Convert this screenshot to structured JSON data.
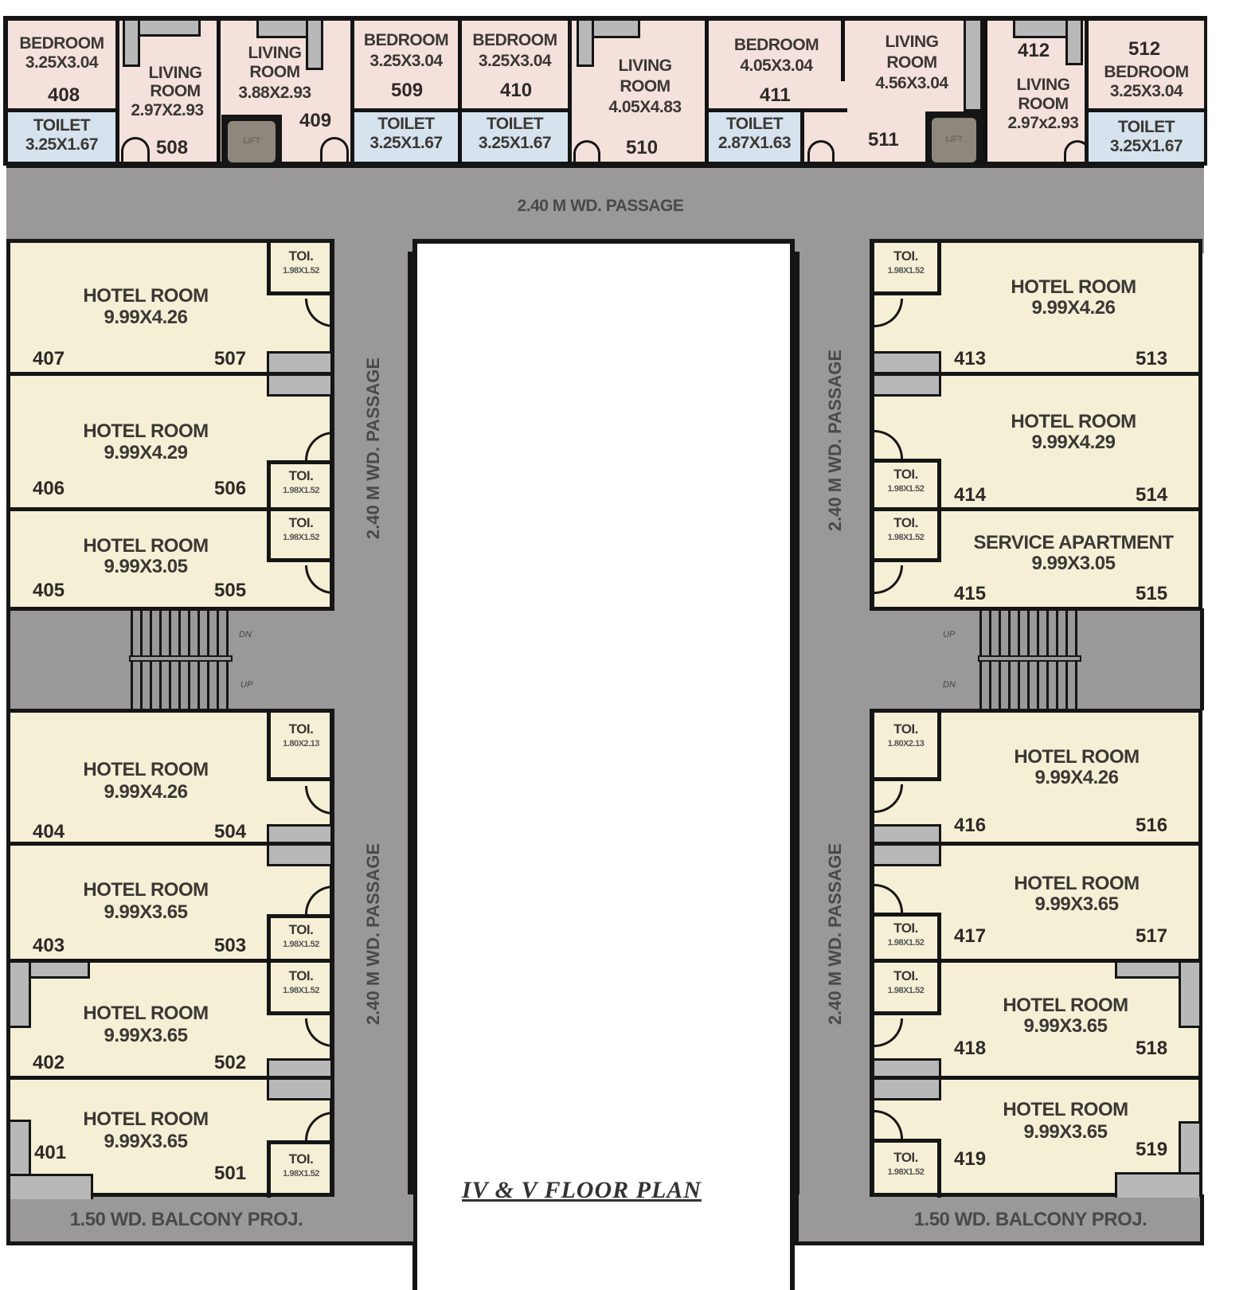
{
  "title": "IV & V FLOOR PLAN",
  "passages": {
    "top": "2.40 M WD. PASSAGE",
    "left": "2.40 M WD. PASSAGE",
    "right": "2.40 M WD. PASSAGE",
    "left_lower": "2.40 M WD. PASSAGE",
    "right_lower": "2.40 M WD. PASSAGE"
  },
  "balconies": {
    "left": "1.50 WD. BALCONY PROJ.",
    "right": "1.50 WD. BALCONY PROJ."
  },
  "stairs": {
    "left": {
      "dn": "DN",
      "up": "UP"
    },
    "right": {
      "up": "UP",
      "dn": "DN"
    }
  },
  "lift_label": "LIFT",
  "top_units": [
    {
      "type": "BEDROOM",
      "dims": "3.25X3.04",
      "num": "408"
    },
    {
      "type": "LIVING ROOM",
      "line1": "LIVING",
      "line2": "ROOM",
      "dims": "2.97X2.93",
      "num": "508"
    },
    {
      "type": "TOILET",
      "dims": "3.25X1.67"
    },
    {
      "type": "LIVING ROOM",
      "line1": "LIVING",
      "line2": "ROOM",
      "dims": "3.88X2.93",
      "num": "409"
    },
    {
      "type": "BEDROOM",
      "dims": "3.25X3.04",
      "num": "509"
    },
    {
      "type": "TOILET",
      "dims": "3.25X1.67"
    },
    {
      "type": "BEDROOM",
      "dims": "3.25X3.04",
      "num": "410"
    },
    {
      "type": "TOILET",
      "dims": "3.25X1.67"
    },
    {
      "type": "LIVING ROOM",
      "line1": "LIVING",
      "line2": "ROOM",
      "dims": "4.05X4.83",
      "num": "510"
    },
    {
      "type": "BEDROOM",
      "dims": "4.05X3.04",
      "num": "411"
    },
    {
      "type": "TOILET",
      "dims": "2.87X1.63"
    },
    {
      "type": "LIVING ROOM",
      "line1": "LIVING",
      "line2": "ROOM",
      "dims": "4.56X3.04",
      "num": "511"
    },
    {
      "type": "LIVING ROOM",
      "line1": "LIVING",
      "line2": "ROOM",
      "dims": "2.97x2.93",
      "num": "412"
    },
    {
      "type": "BEDROOM",
      "dims": "3.25X3.04",
      "num": "512"
    },
    {
      "type": "TOILET",
      "dims": "3.25X1.67"
    }
  ],
  "left_rooms": [
    {
      "type": "HOTEL ROOM",
      "dims": "9.99X4.26",
      "num4": "407",
      "num5": "507",
      "toilet": "TOI.",
      "toilet_dims": "1.98X1.52"
    },
    {
      "type": "HOTEL ROOM",
      "dims": "9.99X4.29",
      "num4": "406",
      "num5": "506",
      "toilet": "TOI.",
      "toilet_dims": "1.98X1.52"
    },
    {
      "type": "HOTEL ROOM",
      "dims": "9.99X3.05",
      "num4": "405",
      "num5": "505",
      "toilet": "TOI.",
      "toilet_dims": "1.98X1.52"
    },
    {
      "type": "HOTEL ROOM",
      "dims": "9.99X4.26",
      "num4": "404",
      "num5": "504",
      "toilet": "TOI.",
      "toilet_dims": "1.80X2.13"
    },
    {
      "type": "HOTEL ROOM",
      "dims": "9.99X3.65",
      "num4": "403",
      "num5": "503",
      "toilet": "TOI.",
      "toilet_dims": "1.98X1.52"
    },
    {
      "type": "HOTEL ROOM",
      "dims": "9.99X3.65",
      "num4": "402",
      "num5": "502",
      "toilet": "TOI.",
      "toilet_dims": "1.98X1.52"
    },
    {
      "type": "HOTEL ROOM",
      "dims": "9.99X3.65",
      "num4": "401",
      "num5": "501",
      "toilet": "TOI.",
      "toilet_dims": "1.98X1.52"
    }
  ],
  "right_rooms": [
    {
      "type": "HOTEL ROOM",
      "dims": "9.99X4.26",
      "num4": "413",
      "num5": "513",
      "toilet": "TOI.",
      "toilet_dims": "1.98X1.52"
    },
    {
      "type": "HOTEL ROOM",
      "dims": "9.99X4.29",
      "num4": "414",
      "num5": "514",
      "toilet": "TOI.",
      "toilet_dims": "1.98X1.52"
    },
    {
      "type": "SERVICE APARTMENT",
      "dims": "9.99X3.05",
      "num4": "415",
      "num5": "515",
      "toilet": "TOI.",
      "toilet_dims": "1.98X1.52"
    },
    {
      "type": "HOTEL ROOM",
      "dims": "9.99X4.26",
      "num4": "416",
      "num5": "516",
      "toilet": "TOI.",
      "toilet_dims": "1.80X2.13"
    },
    {
      "type": "HOTEL ROOM",
      "dims": "9.99X3.65",
      "num4": "417",
      "num5": "517",
      "toilet": "TOI.",
      "toilet_dims": "1.98X1.52"
    },
    {
      "type": "HOTEL ROOM",
      "dims": "9.99X3.65",
      "num4": "418",
      "num5": "518",
      "toilet": "TOI.",
      "toilet_dims": "1.98X1.52"
    },
    {
      "type": "HOTEL ROOM",
      "dims": "9.99X3.65",
      "num4": "419",
      "num5": "519",
      "toilet": "TOI.",
      "toilet_dims": "1.98X1.52"
    }
  ],
  "colors": {
    "apartment_fill": "#f5e1dc",
    "toilet_fill": "#d6e3ef",
    "hotel_fill": "#f5efd6",
    "passage_fill": "#9a9898",
    "wall": "#151515",
    "lift_fill": "#8d877c"
  }
}
